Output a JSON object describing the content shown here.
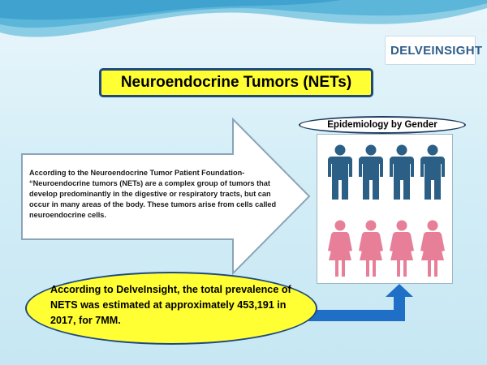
{
  "brand": {
    "name": "DELVEINSIGHT"
  },
  "title": "Neuroendocrine Tumors (NETs)",
  "arrow_text": "According to the Neuroendocrine Tumor Patient Foundation- “Neuroendocrine tumors (NETs) are a  complex group of tumors that develop predominantly in the digestive or respiratory tracts, but can occur in many areas of the body. These tumors arise from cells called neuroendocrine cells.",
  "epidemiology": {
    "label": "Epidemiology by Gender",
    "male_count": 4,
    "female_count": 4
  },
  "highlight_text": "According to DelveInsight, the total prevalence of NETS was estimated at approximately 453,191 in 2017, for 7MM.",
  "colors": {
    "title_bg": "#ffff33",
    "border_navy": "#1f497d",
    "male": "#2b5f85",
    "female": "#e77f98",
    "arrow_blue": "#1f6fc7"
  }
}
